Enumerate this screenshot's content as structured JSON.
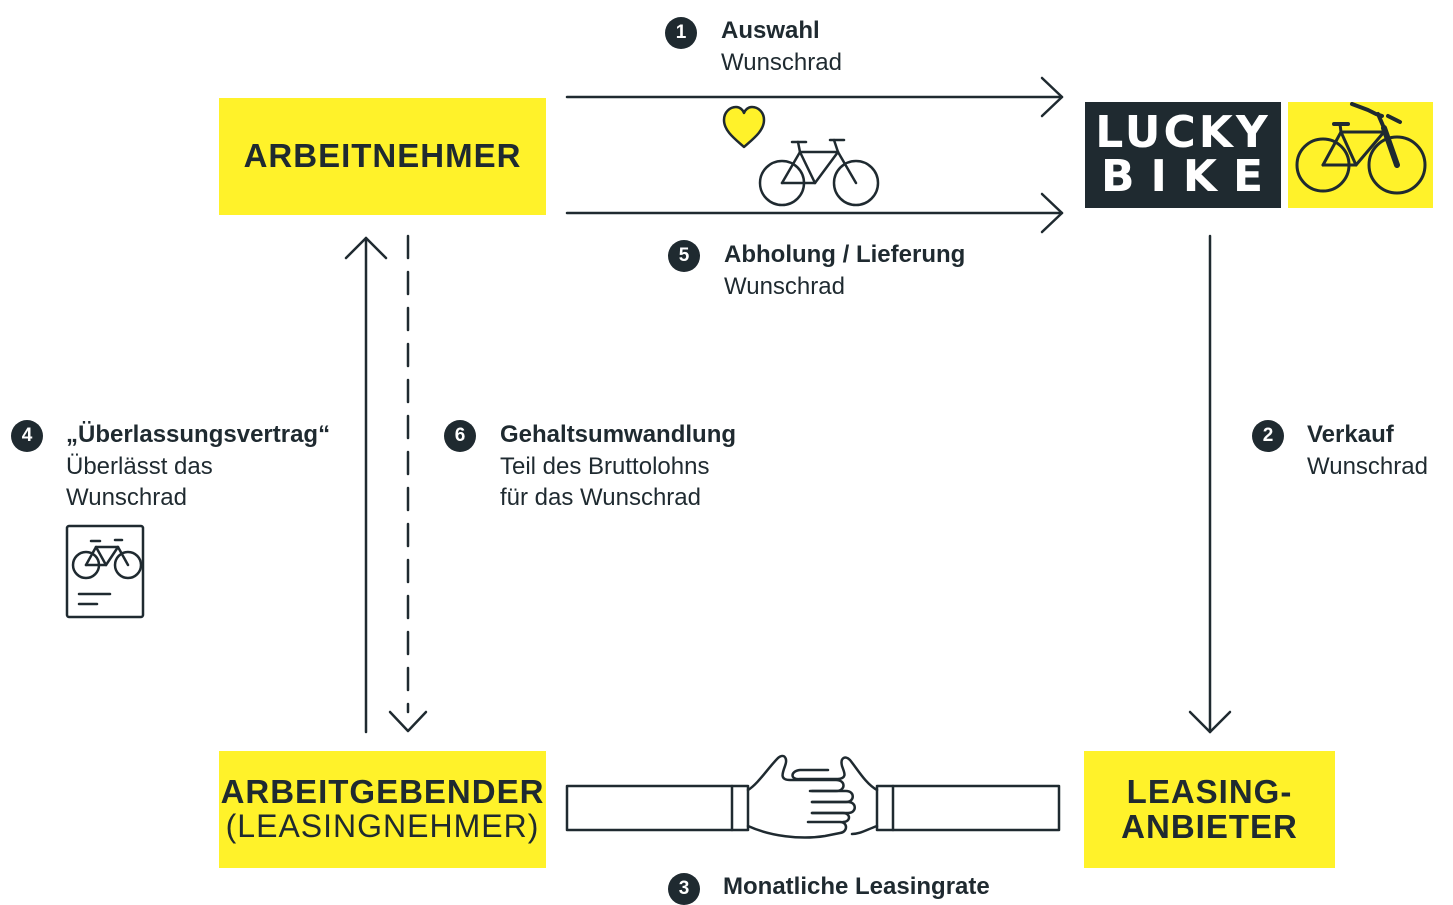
{
  "boxes": {
    "arbeitnehmer": "ARBEITNEHMER",
    "arbeitgebender": "ARBEITGEBENDER",
    "arbeitgebender_sub": "(LEASINGNEHMER)",
    "leasing_line1": "LEASING-",
    "leasing_line2": "ANBIETER"
  },
  "logo": {
    "line1": "LUCKY",
    "line2": "BIKE"
  },
  "steps": [
    {
      "number": "1",
      "title": "Auswahl",
      "lines": [
        "Wunschrad"
      ]
    },
    {
      "number": "2",
      "title": "Verkauf",
      "lines": [
        "Wunschrad"
      ]
    },
    {
      "number": "3",
      "title": "Monatliche Leasingrate",
      "lines": []
    },
    {
      "number": "4",
      "title": "„Überlassungsvertrag“",
      "lines": [
        "Überlässt das",
        "Wunschrad"
      ]
    },
    {
      "number": "5",
      "title": "Abholung / Lieferung",
      "lines": [
        "Wunschrad"
      ]
    },
    {
      "number": "6",
      "title": "Gehaltsumwandlung",
      "lines": [
        "Teil des Bruttolohns",
        "für das Wunschrad"
      ]
    }
  ],
  "icons": [
    "heart-icon",
    "bicycle-icon",
    "contract-document-icon",
    "handshake-icon",
    "logo-bicycle-icon"
  ],
  "colors": {
    "accent": "#fff22a",
    "dark": "#1f2a30",
    "background": "#ffffff"
  }
}
